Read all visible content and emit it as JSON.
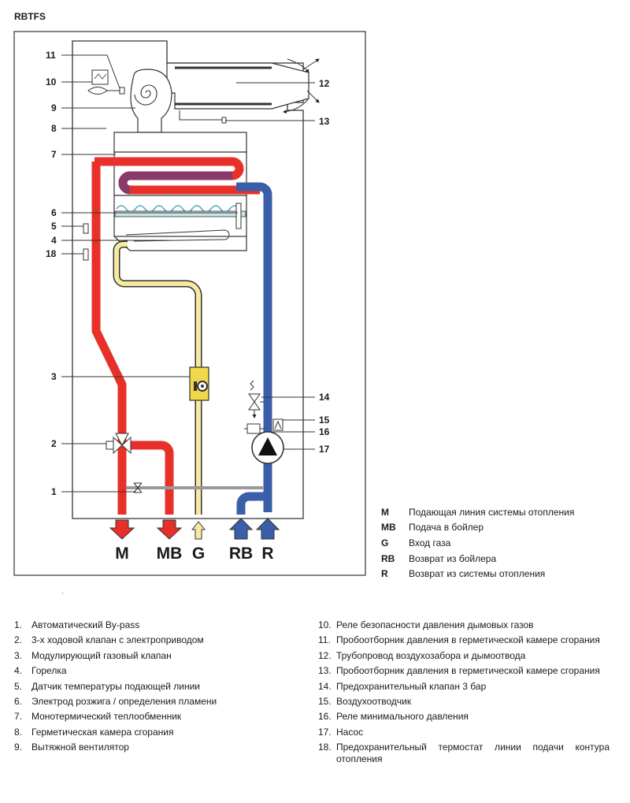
{
  "title": "RBTFS",
  "callouts": [
    "11",
    "10",
    "9",
    "8",
    "7",
    "6",
    "5",
    "4",
    "18",
    "3",
    "2",
    "1",
    "12",
    "13",
    "14",
    "15",
    "16",
    "17"
  ],
  "connections": [
    {
      "code": "M"
    },
    {
      "code": "MB"
    },
    {
      "code": "G"
    },
    {
      "code": "RB"
    },
    {
      "code": "R"
    }
  ],
  "legend": [
    {
      "code": "M",
      "text": "Подающая линия системы отопления"
    },
    {
      "code": "MB",
      "text": "Подача в бойлер"
    },
    {
      "code": "G",
      "text": "Вход газа"
    },
    {
      "code": "RB",
      "text": "Возврат из бойлера"
    },
    {
      "code": "R",
      "text": "Возврат из системы отопления"
    }
  ],
  "parts_left": [
    {
      "num": "1.",
      "text": "Автоматический By-pass"
    },
    {
      "num": "2.",
      "text": "3-х ходовой клапан с электроприводом"
    },
    {
      "num": "3.",
      "text": "Модулирующий газовый клапан"
    },
    {
      "num": "4.",
      "text": "Горелка"
    },
    {
      "num": "5.",
      "text": "Датчик температуры подающей линии"
    },
    {
      "num": "6.",
      "text": "Электрод розжига / определения пламени"
    },
    {
      "num": "7.",
      "text": "Монотермический теплообменник"
    },
    {
      "num": "8.",
      "text": "Герметическая камера сгорания"
    },
    {
      "num": "9.",
      "text": "Вытяжной вентилятор"
    }
  ],
  "parts_right": [
    {
      "num": "10.",
      "text": "Реле безопасности давления дымовых газов"
    },
    {
      "num": "11.",
      "text": "Пробоотборник давления в герметической камере сгорания"
    },
    {
      "num": "12.",
      "text": "Трубопровод воздухозабора и дымоотвода"
    },
    {
      "num": "13.",
      "text": "Пробоотборник давления в герметической камере сгорания"
    },
    {
      "num": "14.",
      "text": "Предохранительный клапан 3 бар"
    },
    {
      "num": "15.",
      "text": "Воздухоотводчик"
    },
    {
      "num": "16.",
      "text": "Реле минимального давления"
    },
    {
      "num": "17.",
      "text": "Насос"
    },
    {
      "num": "18.",
      "text": "Предохранительный термостат линии подачи контура отопления"
    }
  ],
  "colors": {
    "supply": "#e8302a",
    "return": "#3a5ea8",
    "gas": "#f6e9a0",
    "outline": "#333333"
  }
}
